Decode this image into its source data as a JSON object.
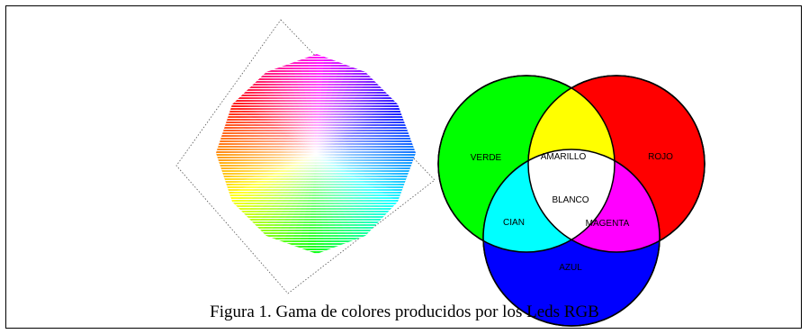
{
  "figure": {
    "caption": "Figura 1.  Gama de colores producidos por los Leds RGB"
  },
  "color_wheel": {
    "colors": [
      "#ff0000",
      "#ffff00",
      "#00ff00",
      "#00ffff",
      "#0000ff",
      "#ff00ff"
    ]
  },
  "venn": {
    "regions": {
      "verde": "VERDE",
      "amarillo": "AMARILLO",
      "rojo": "ROJO",
      "blanco": "BLANCO",
      "cian": "CIAN",
      "magenta": "MAGENTA",
      "azul": "AZUL"
    },
    "colors": {
      "verde": "#00ff00",
      "rojo": "#ff0000",
      "azul": "#0000ff",
      "amarillo": "#ffff00",
      "cian": "#00ffff",
      "magenta": "#ff00ff",
      "blanco": "#ffffff"
    }
  }
}
